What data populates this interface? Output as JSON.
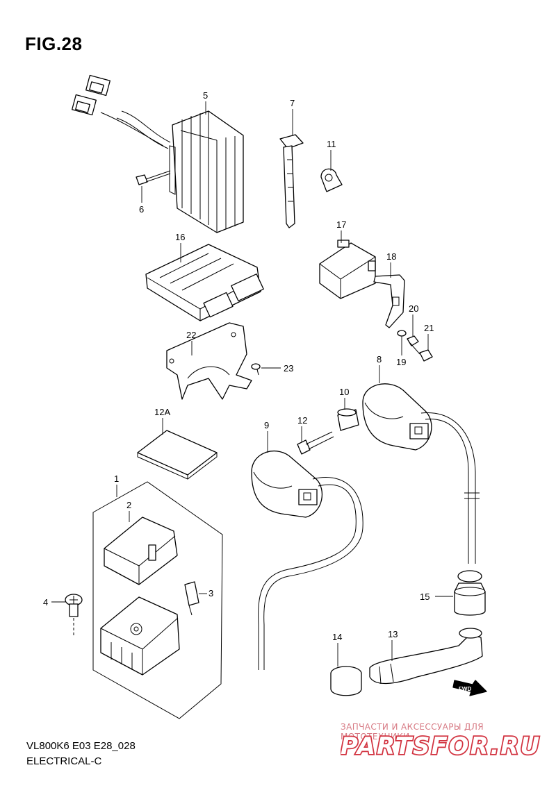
{
  "figure": {
    "title": "FIG.28",
    "model_code": "VL800K6 E03 E28_028",
    "section": "ELECTRICAL-C"
  },
  "watermark": {
    "tagline": "ЗАПЧАСТИ И АКСЕССУАРЫ ДЛЯ МОТОТЕХНИКИ",
    "logo_text": "PARTSFOR.RU",
    "color": "#d2323f"
  },
  "parts": {
    "p1": "1",
    "p2": "2",
    "p3": "3",
    "p4": "4",
    "p5": "5",
    "p6": "6",
    "p7": "7",
    "p8": "8",
    "p9": "9",
    "p10": "10",
    "p11": "11",
    "p12": "12",
    "p12a": "12A",
    "p13": "13",
    "p14": "14",
    "p15": "15",
    "p16": "16",
    "p17": "17",
    "p18": "18",
    "p19": "19",
    "p20": "20",
    "p21": "21",
    "p22": "22",
    "p23": "23"
  },
  "fwd_label": "FWD"
}
